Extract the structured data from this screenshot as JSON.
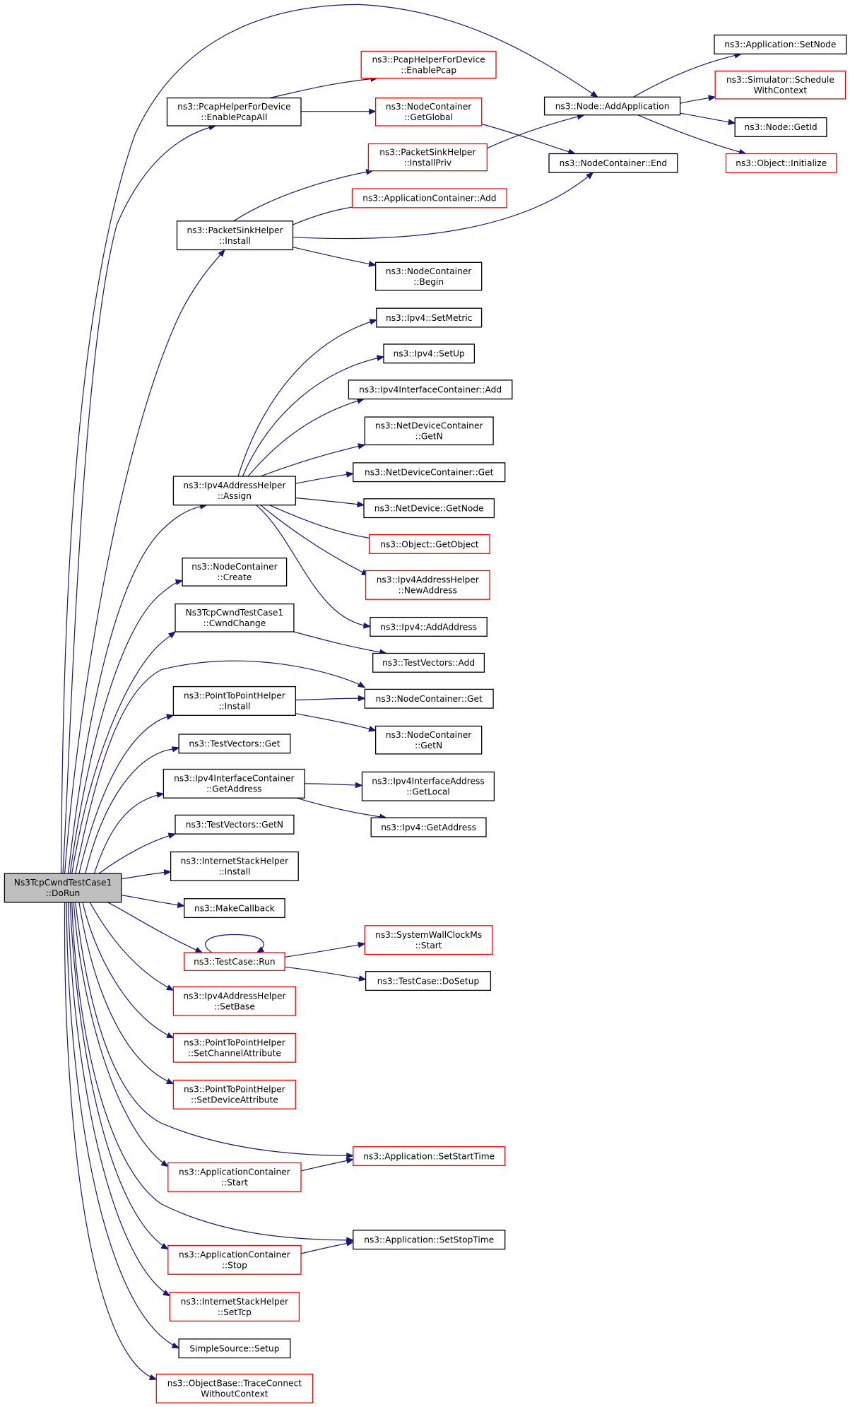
{
  "colors": {
    "edge": "#191970",
    "normal_border": "#000000",
    "red_border": "#ff0000",
    "root_fill": "#bfbfbf",
    "node_fill": "#ffffff"
  },
  "nodes": [
    {
      "id": "root",
      "lines": [
        "Ns3TcpCwndTestCase1",
        "::DoRun"
      ],
      "border": "black",
      "fill": "root"
    },
    {
      "id": "pcapAll",
      "lines": [
        "ns3::PcapHelperForDevice",
        "::EnablePcapAll"
      ],
      "border": "black"
    },
    {
      "id": "pcap",
      "lines": [
        "ns3::PcapHelperForDevice",
        "::EnablePcap"
      ],
      "border": "red"
    },
    {
      "id": "ncGlobal",
      "lines": [
        "ns3::NodeContainer",
        "::GetGlobal"
      ],
      "border": "red"
    },
    {
      "id": "psInstallPriv",
      "lines": [
        "ns3::PacketSinkHelper",
        "::InstallPriv"
      ],
      "border": "red"
    },
    {
      "id": "appContAdd",
      "lines": [
        "ns3::ApplicationContainer::Add"
      ],
      "border": "red"
    },
    {
      "id": "psInstall",
      "lines": [
        "ns3::PacketSinkHelper",
        "::Install"
      ],
      "border": "black"
    },
    {
      "id": "ncBegin",
      "lines": [
        "ns3::NodeContainer",
        "::Begin"
      ],
      "border": "black"
    },
    {
      "id": "nodeAddApp",
      "lines": [
        "ns3::Node::AddApplication"
      ],
      "border": "black"
    },
    {
      "id": "ncEnd",
      "lines": [
        "ns3::NodeContainer::End"
      ],
      "border": "black"
    },
    {
      "id": "appSetNode",
      "lines": [
        "ns3::Application::SetNode"
      ],
      "border": "black"
    },
    {
      "id": "simSchedule",
      "lines": [
        "ns3::Simulator::Schedule",
        "WithContext"
      ],
      "border": "red"
    },
    {
      "id": "nodeGetId",
      "lines": [
        "ns3::Node::GetId"
      ],
      "border": "black"
    },
    {
      "id": "objInit",
      "lines": [
        "ns3::Object::Initialize"
      ],
      "border": "red"
    },
    {
      "id": "ipv4SetMetric",
      "lines": [
        "ns3::Ipv4::SetMetric"
      ],
      "border": "black"
    },
    {
      "id": "ipv4SetUp",
      "lines": [
        "ns3::Ipv4::SetUp"
      ],
      "border": "black"
    },
    {
      "id": "ipv4IfcAdd",
      "lines": [
        "ns3::Ipv4InterfaceContainer::Add"
      ],
      "border": "black"
    },
    {
      "id": "ndcGetN",
      "lines": [
        "ns3::NetDeviceContainer",
        "::GetN"
      ],
      "border": "black"
    },
    {
      "id": "ndcGet",
      "lines": [
        "ns3::NetDeviceContainer::Get"
      ],
      "border": "black"
    },
    {
      "id": "ndGetNode",
      "lines": [
        "ns3::NetDevice::GetNode"
      ],
      "border": "black"
    },
    {
      "id": "objGetObject",
      "lines": [
        "ns3::Object::GetObject"
      ],
      "border": "red"
    },
    {
      "id": "ipv4AddrNew",
      "lines": [
        "ns3::Ipv4AddressHelper",
        "::NewAddress"
      ],
      "border": "red"
    },
    {
      "id": "ipv4AddAddress",
      "lines": [
        "ns3::Ipv4::AddAddress"
      ],
      "border": "black"
    },
    {
      "id": "tvAdd",
      "lines": [
        "ns3::TestVectors::Add"
      ],
      "border": "black"
    },
    {
      "id": "ncGet",
      "lines": [
        "ns3::NodeContainer::Get"
      ],
      "border": "black"
    },
    {
      "id": "ncGetN",
      "lines": [
        "ns3::NodeContainer",
        "::GetN"
      ],
      "border": "black"
    },
    {
      "id": "ipv4IfAddrGetLocal",
      "lines": [
        "ns3::Ipv4InterfaceAddress",
        "::GetLocal"
      ],
      "border": "black"
    },
    {
      "id": "ipv4GetAddress",
      "lines": [
        "ns3::Ipv4::GetAddress"
      ],
      "border": "black"
    },
    {
      "id": "ipv4Assign",
      "lines": [
        "ns3::Ipv4AddressHelper",
        "::Assign"
      ],
      "border": "black"
    },
    {
      "id": "ncCreate",
      "lines": [
        "ns3::NodeContainer",
        "::Create"
      ],
      "border": "black"
    },
    {
      "id": "cwndChange",
      "lines": [
        "Ns3TcpCwndTestCase1",
        "::CwndChange"
      ],
      "border": "black"
    },
    {
      "id": "p2pInstall",
      "lines": [
        "ns3::PointToPointHelper",
        "::Install"
      ],
      "border": "black"
    },
    {
      "id": "tvGet",
      "lines": [
        "ns3::TestVectors::Get"
      ],
      "border": "black"
    },
    {
      "id": "ipv4IfcGetAddr",
      "lines": [
        "ns3::Ipv4InterfaceContainer",
        "::GetAddress"
      ],
      "border": "black"
    },
    {
      "id": "tvGetN",
      "lines": [
        "ns3::TestVectors::GetN"
      ],
      "border": "black"
    },
    {
      "id": "ishInstall",
      "lines": [
        "ns3::InternetStackHelper",
        "::Install"
      ],
      "border": "black"
    },
    {
      "id": "makeCallback",
      "lines": [
        "ns3::MakeCallback"
      ],
      "border": "black"
    },
    {
      "id": "tcRun",
      "lines": [
        "ns3::TestCase::Run"
      ],
      "border": "red"
    },
    {
      "id": "swcStart",
      "lines": [
        "ns3::SystemWallClockMs",
        "::Start"
      ],
      "border": "red"
    },
    {
      "id": "tcDoSetup",
      "lines": [
        "ns3::TestCase::DoSetup"
      ],
      "border": "black"
    },
    {
      "id": "ipv4SetBase",
      "lines": [
        "ns3::Ipv4AddressHelper",
        "::SetBase"
      ],
      "border": "red"
    },
    {
      "id": "p2pSetChan",
      "lines": [
        "ns3::PointToPointHelper",
        "::SetChannelAttribute"
      ],
      "border": "red"
    },
    {
      "id": "p2pSetDev",
      "lines": [
        "ns3::PointToPointHelper",
        "::SetDeviceAttribute"
      ],
      "border": "red"
    },
    {
      "id": "appSetStart",
      "lines": [
        "ns3::Application::SetStartTime"
      ],
      "border": "red"
    },
    {
      "id": "acStart",
      "lines": [
        "ns3::ApplicationContainer",
        "::Start"
      ],
      "border": "red"
    },
    {
      "id": "appSetStop",
      "lines": [
        "ns3::Application::SetStopTime"
      ],
      "border": "black"
    },
    {
      "id": "acStop",
      "lines": [
        "ns3::ApplicationContainer",
        "::Stop"
      ],
      "border": "red"
    },
    {
      "id": "ishSetTcp",
      "lines": [
        "ns3::InternetStackHelper",
        "::SetTcp"
      ],
      "border": "red"
    },
    {
      "id": "simpleSetup",
      "lines": [
        "SimpleSource::Setup"
      ],
      "border": "black"
    },
    {
      "id": "traceConnect",
      "lines": [
        "ns3::ObjectBase::TraceConnect",
        "WithoutContext"
      ],
      "border": "red"
    }
  ],
  "edges": [
    [
      "root",
      "pcapAll"
    ],
    [
      "root",
      "psInstall"
    ],
    [
      "root",
      "nodeAddApp"
    ],
    [
      "root",
      "ipv4Assign"
    ],
    [
      "root",
      "ncCreate"
    ],
    [
      "root",
      "cwndChange"
    ],
    [
      "root",
      "ncGet"
    ],
    [
      "root",
      "p2pInstall"
    ],
    [
      "root",
      "tvGet"
    ],
    [
      "root",
      "ipv4IfcGetAddr"
    ],
    [
      "root",
      "tvGetN"
    ],
    [
      "root",
      "ishInstall"
    ],
    [
      "root",
      "makeCallback"
    ],
    [
      "root",
      "tcRun"
    ],
    [
      "root",
      "ipv4SetBase"
    ],
    [
      "root",
      "p2pSetChan"
    ],
    [
      "root",
      "p2pSetDev"
    ],
    [
      "root",
      "appSetStart"
    ],
    [
      "root",
      "acStart"
    ],
    [
      "root",
      "appSetStop"
    ],
    [
      "root",
      "acStop"
    ],
    [
      "root",
      "ishSetTcp"
    ],
    [
      "root",
      "simpleSetup"
    ],
    [
      "root",
      "traceConnect"
    ],
    [
      "pcapAll",
      "pcap"
    ],
    [
      "pcapAll",
      "ncGlobal"
    ],
    [
      "ncGlobal",
      "ncEnd"
    ],
    [
      "psInstall",
      "psInstallPriv"
    ],
    [
      "psInstall",
      "appContAdd"
    ],
    [
      "psInstall",
      "ncEnd"
    ],
    [
      "psInstall",
      "ncBegin"
    ],
    [
      "psInstallPriv",
      "nodeAddApp"
    ],
    [
      "nodeAddApp",
      "appSetNode"
    ],
    [
      "nodeAddApp",
      "simSchedule"
    ],
    [
      "nodeAddApp",
      "nodeGetId"
    ],
    [
      "nodeAddApp",
      "objInit"
    ],
    [
      "ipv4Assign",
      "ipv4SetMetric"
    ],
    [
      "ipv4Assign",
      "ipv4SetUp"
    ],
    [
      "ipv4Assign",
      "ipv4IfcAdd"
    ],
    [
      "ipv4Assign",
      "ndcGetN"
    ],
    [
      "ipv4Assign",
      "ndcGet"
    ],
    [
      "ipv4Assign",
      "ndGetNode"
    ],
    [
      "ipv4Assign",
      "objGetObject"
    ],
    [
      "ipv4Assign",
      "ipv4AddrNew"
    ],
    [
      "ipv4Assign",
      "ipv4AddAddress"
    ],
    [
      "cwndChange",
      "tvAdd"
    ],
    [
      "p2pInstall",
      "ncGet"
    ],
    [
      "p2pInstall",
      "ncGetN"
    ],
    [
      "ipv4IfcGetAddr",
      "ipv4IfAddrGetLocal"
    ],
    [
      "ipv4IfcGetAddr",
      "ipv4GetAddress"
    ],
    [
      "tcRun",
      "tcRun"
    ],
    [
      "tcRun",
      "swcStart"
    ],
    [
      "tcRun",
      "tcDoSetup"
    ],
    [
      "acStart",
      "appSetStart"
    ],
    [
      "acStop",
      "appSetStop"
    ]
  ]
}
